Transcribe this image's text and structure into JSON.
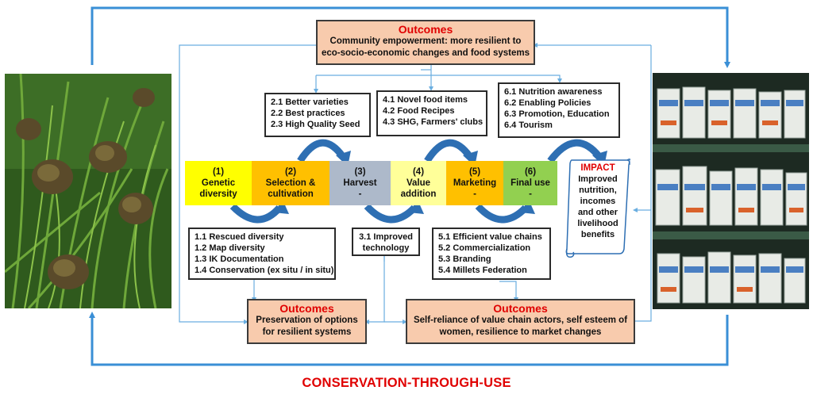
{
  "outcomes": {
    "top": {
      "title": "Outcomes",
      "body": [
        "Community empowerment: more resilient to",
        "eco-socio-economic changes and food systems"
      ]
    },
    "bottom_left": {
      "title": "Outcomes",
      "body": [
        "Preservation  of  options",
        "for resilient systems"
      ]
    },
    "bottom_right": {
      "title": "Outcomes",
      "body": [
        "Self-reliance of value chain actors, self esteem of",
        "women, resilience to market changes"
      ]
    }
  },
  "top_lists": {
    "selection": [
      "2.1 Better varieties",
      "2.2 Best practices",
      "2.3 High Quality Seed"
    ],
    "value_addition": [
      "4.1 Novel food items",
      "4.2 Food Recipes",
      "4.3 SHG, Farmers' clubs"
    ],
    "final_use": [
      "6.1 Nutrition awareness",
      "6.2 Enabling Policies",
      "6.3 Promotion, Education",
      "6.4 Tourism"
    ]
  },
  "bottom_lists": {
    "genetic": [
      "1.1 Rescued diversity",
      "1.2 Map diversity",
      "1.3 IK Documentation",
      "1.4 Conservation  (ex situ / in situ)"
    ],
    "harvest": [
      "3.1 Improved",
      "technology"
    ],
    "marketing": [
      "5.1 Efficient value chains",
      "5.2 Commercialization",
      "5.3 Branding",
      "5.4 Millets Federation"
    ]
  },
  "stages": [
    {
      "num": "(1)",
      "lines": [
        "Genetic",
        "diversity"
      ],
      "color": "#ffff00"
    },
    {
      "num": "(2)",
      "lines": [
        "Selection &",
        "cultivation"
      ],
      "color": "#ffc000"
    },
    {
      "num": "(3)",
      "lines": [
        "Harvest",
        "-"
      ],
      "color": "#adb9ca"
    },
    {
      "num": "(4)",
      "lines": [
        "Value",
        "addition"
      ],
      "color": "#ffff99"
    },
    {
      "num": "(5)",
      "lines": [
        "Marketing",
        "-"
      ],
      "color": "#ffc000"
    },
    {
      "num": "(6)",
      "lines": [
        "Final use",
        "-"
      ],
      "color": "#92d050"
    }
  ],
  "impact": {
    "title": "IMPACT",
    "body": [
      "Improved",
      "nutrition,",
      "incomes",
      "and other",
      "livelihood",
      "benefits"
    ]
  },
  "footer_title": "CONSERVATION-THROUGH-USE",
  "colors": {
    "loop_blue": "#3a8fd6",
    "outcome_fill": "#f8cbad",
    "title_red": "#e00000"
  }
}
